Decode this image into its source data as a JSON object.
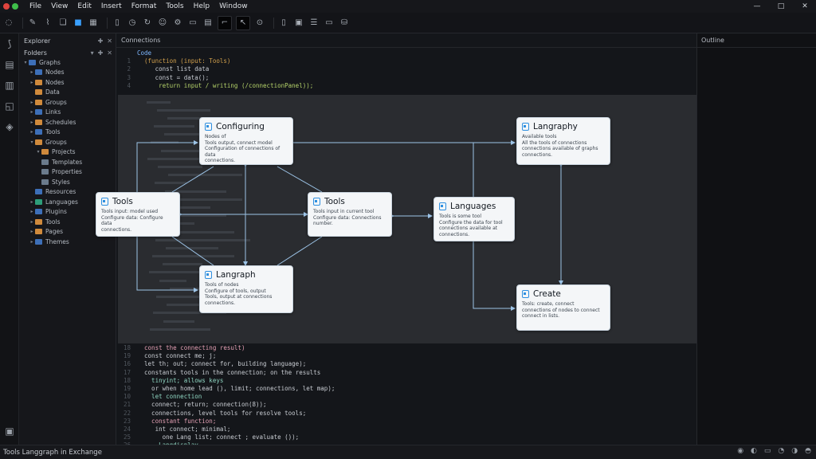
{
  "menu": [
    "File",
    "View",
    "Edit",
    "Insert",
    "Format",
    "Tools",
    "Help",
    "Window"
  ],
  "sidebar": {
    "title": "Explorer",
    "items": [
      {
        "label": "Folders",
        "color": "#6b7b8c",
        "indent": 0,
        "chev": "",
        "selected": true
      },
      {
        "label": "Graphs",
        "color": "#3d6fb8",
        "indent": 0,
        "chev": "▾"
      },
      {
        "label": "Nodes",
        "color": "#3d6fb8",
        "indent": 1,
        "chev": "▸"
      },
      {
        "label": "Nodes",
        "color": "#d08a3c",
        "indent": 1,
        "chev": "▸"
      },
      {
        "label": "Data",
        "color": "#d08a3c",
        "indent": 1,
        "chev": ""
      },
      {
        "label": "Groups",
        "color": "#d08a3c",
        "indent": 1,
        "chev": "▸"
      },
      {
        "label": "Links",
        "color": "#3d6fb8",
        "indent": 1,
        "chev": "▸"
      },
      {
        "label": "Schedules",
        "color": "#d08a3c",
        "indent": 1,
        "chev": "▸"
      },
      {
        "label": "Tools",
        "color": "#3d6fb8",
        "indent": 1,
        "chev": "▸"
      },
      {
        "label": "Groups",
        "color": "#d08a3c",
        "indent": 1,
        "chev": "▾"
      },
      {
        "label": "Projects",
        "color": "#d08a3c",
        "indent": 2,
        "chev": "▾"
      },
      {
        "label": "Templates",
        "color": "#6b7b8c",
        "indent": 2,
        "chev": ""
      },
      {
        "label": "Properties",
        "color": "#6b7b8c",
        "indent": 2,
        "chev": ""
      },
      {
        "label": "Styles",
        "color": "#6b7b8c",
        "indent": 2,
        "chev": ""
      },
      {
        "label": "Resources",
        "color": "#3d6fb8",
        "indent": 1,
        "chev": ""
      },
      {
        "label": "Languages",
        "color": "#2e9e7a",
        "indent": 1,
        "chev": "▸"
      },
      {
        "label": "Plugins",
        "color": "#3d6fb8",
        "indent": 1,
        "chev": "▸"
      },
      {
        "label": "Tools",
        "color": "#d08a3c",
        "indent": 1,
        "chev": "▸"
      },
      {
        "label": "Pages",
        "color": "#d08a3c",
        "indent": 1,
        "chev": "▸"
      },
      {
        "label": "Themes",
        "color": "#3d6fb8",
        "indent": 1,
        "chev": "▸"
      }
    ]
  },
  "editor": {
    "tab_label": "Connections",
    "top_code": [
      {
        "n": "",
        "text": "Code",
        "cls": "blue"
      },
      {
        "n": "1",
        "text": "  (function (input: Tools)",
        "cls": "kw"
      },
      {
        "n": "2",
        "text": "     const list data",
        "cls": "plain"
      },
      {
        "n": "3",
        "text": "     const = data();",
        "cls": "plain"
      },
      {
        "n": "4",
        "text": "      return input / writing (/connectionPanel));",
        "cls": "str"
      }
    ],
    "bg_code": [
      "",
      "",
      "",
      "",
      "",
      "",
      "",
      "",
      "",
      "",
      "",
      "",
      "",
      "",
      "",
      "",
      "",
      "",
      "",
      "",
      "",
      "",
      "",
      "",
      "",
      "",
      "",
      "",
      ""
    ],
    "bottom_code": [
      {
        "n": "18",
        "text": "  const the connecting result)",
        "cls": "pink"
      },
      {
        "n": "19",
        "text": "  const connect me; j;",
        "cls": "plain"
      },
      {
        "n": "16",
        "text": "  let th; out; connect for, building language);",
        "cls": "plain"
      },
      {
        "n": "17",
        "text": "  constants tools in the connection; on the results",
        "cls": "plain"
      },
      {
        "n": "18",
        "text": "    tinyint; allows keys",
        "cls": "fn"
      },
      {
        "n": "19",
        "text": "    or when home lead (), limit; connections, let map);",
        "cls": "plain"
      },
      {
        "n": "10",
        "text": "    let connection",
        "cls": "fn"
      },
      {
        "n": "21",
        "text": "    connect; return; connection(8));",
        "cls": "plain"
      },
      {
        "n": "22",
        "text": "    connections, level tools for resolve tools;",
        "cls": "plain"
      },
      {
        "n": "23",
        "text": "    constant function;",
        "cls": "pink"
      },
      {
        "n": "24",
        "text": "     int connect; minimal;",
        "cls": "plain"
      },
      {
        "n": "25",
        "text": "       one Lang list; connect ; evaluate ());",
        "cls": "plain"
      },
      {
        "n": "26",
        "text": "      Langdisplay",
        "cls": "fn"
      }
    ]
  },
  "diagram": {
    "nodes": [
      {
        "id": "n1",
        "title": "Configuring",
        "desc": "Nodes of\nTools output, connect model\nConfiguration of connections of data\nconnections."
      },
      {
        "id": "n2",
        "title": "Tools",
        "desc": "Tools input: model used\nConfigure data: Configure data\nconnections."
      },
      {
        "id": "n3",
        "title": "Tools",
        "desc": "Tools input in current tool\nConfigure data: Connections\nnumber."
      },
      {
        "id": "n4",
        "title": "Languages",
        "desc": "Tools is some tool\nConfigure the data for tool\nconnections available at\nconnections."
      },
      {
        "id": "n5",
        "title": "Langraph",
        "desc": "Tools of nodes\nConfigure of tools, output\nTools, output at connections\nconnections."
      },
      {
        "id": "n6",
        "title": "Langraphy",
        "desc": "Available tools\nAll the tools of connections\nconnections available of graphs\nconnections."
      },
      {
        "id": "n7",
        "title": "Create",
        "desc": "Tools: create, connect\nconnections of nodes to connect\nconnect in lists."
      }
    ]
  },
  "rightpanel": {
    "title": "Outline"
  },
  "statusbar": {
    "text": "Tools Langgraph in Exchange"
  },
  "colors": {
    "accent": "#2e8fe0",
    "edge": "#9cc3e6"
  }
}
